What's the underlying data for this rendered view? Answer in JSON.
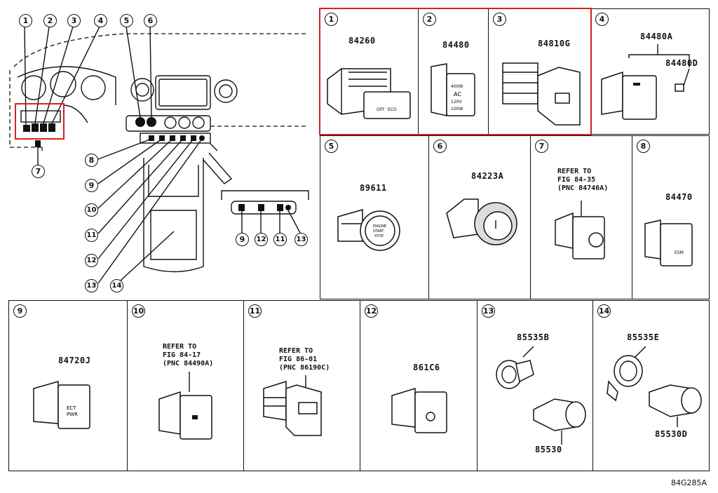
{
  "overview": {
    "callouts_top": [
      "1",
      "2",
      "3",
      "4",
      "5",
      "6"
    ],
    "callouts_left": [
      "7",
      "8",
      "9",
      "10",
      "11",
      "12",
      "13",
      "14"
    ],
    "inset_callouts": [
      "9",
      "12",
      "11",
      "13"
    ]
  },
  "cells": [
    {
      "num": "1",
      "parts": [
        "84260"
      ]
    },
    {
      "num": "2",
      "parts": [
        "84480"
      ]
    },
    {
      "num": "3",
      "parts": [
        "84810G"
      ]
    },
    {
      "num": "4",
      "parts": [
        "84480A",
        "84480D"
      ]
    },
    {
      "num": "5",
      "parts": [
        "89611"
      ]
    },
    {
      "num": "6",
      "parts": [
        "84223A"
      ]
    },
    {
      "num": "7",
      "ref": "REFER TO\nFIG 84-35\n(PNC 84746A)"
    },
    {
      "num": "8",
      "parts": [
        "84470"
      ]
    },
    {
      "num": "9",
      "parts": [
        "84720J"
      ]
    },
    {
      "num": "10",
      "ref": "REFER TO\nFIG 84-17\n(PNC 84490A)"
    },
    {
      "num": "11",
      "ref": "REFER TO\nFIG 86-01\n(PNC 86190C)"
    },
    {
      "num": "12",
      "parts": [
        "861C6"
      ]
    },
    {
      "num": "13",
      "parts": [
        "85535B",
        "85530"
      ]
    },
    {
      "num": "14",
      "parts": [
        "85535E",
        "85530D"
      ]
    }
  ],
  "switch_labels": {
    "c1": [
      "OFF",
      "ECO"
    ],
    "c2": [
      "400W",
      "AC",
      "120V",
      "100W"
    ],
    "c5": [
      "ENGINE",
      "START",
      "STOP"
    ],
    "c8": [
      "ESM"
    ],
    "c9": [
      "ECT",
      "PWR"
    ]
  },
  "diagram_code": "84G285A",
  "colors": {
    "highlight": "#d62020",
    "line": "#111111"
  }
}
